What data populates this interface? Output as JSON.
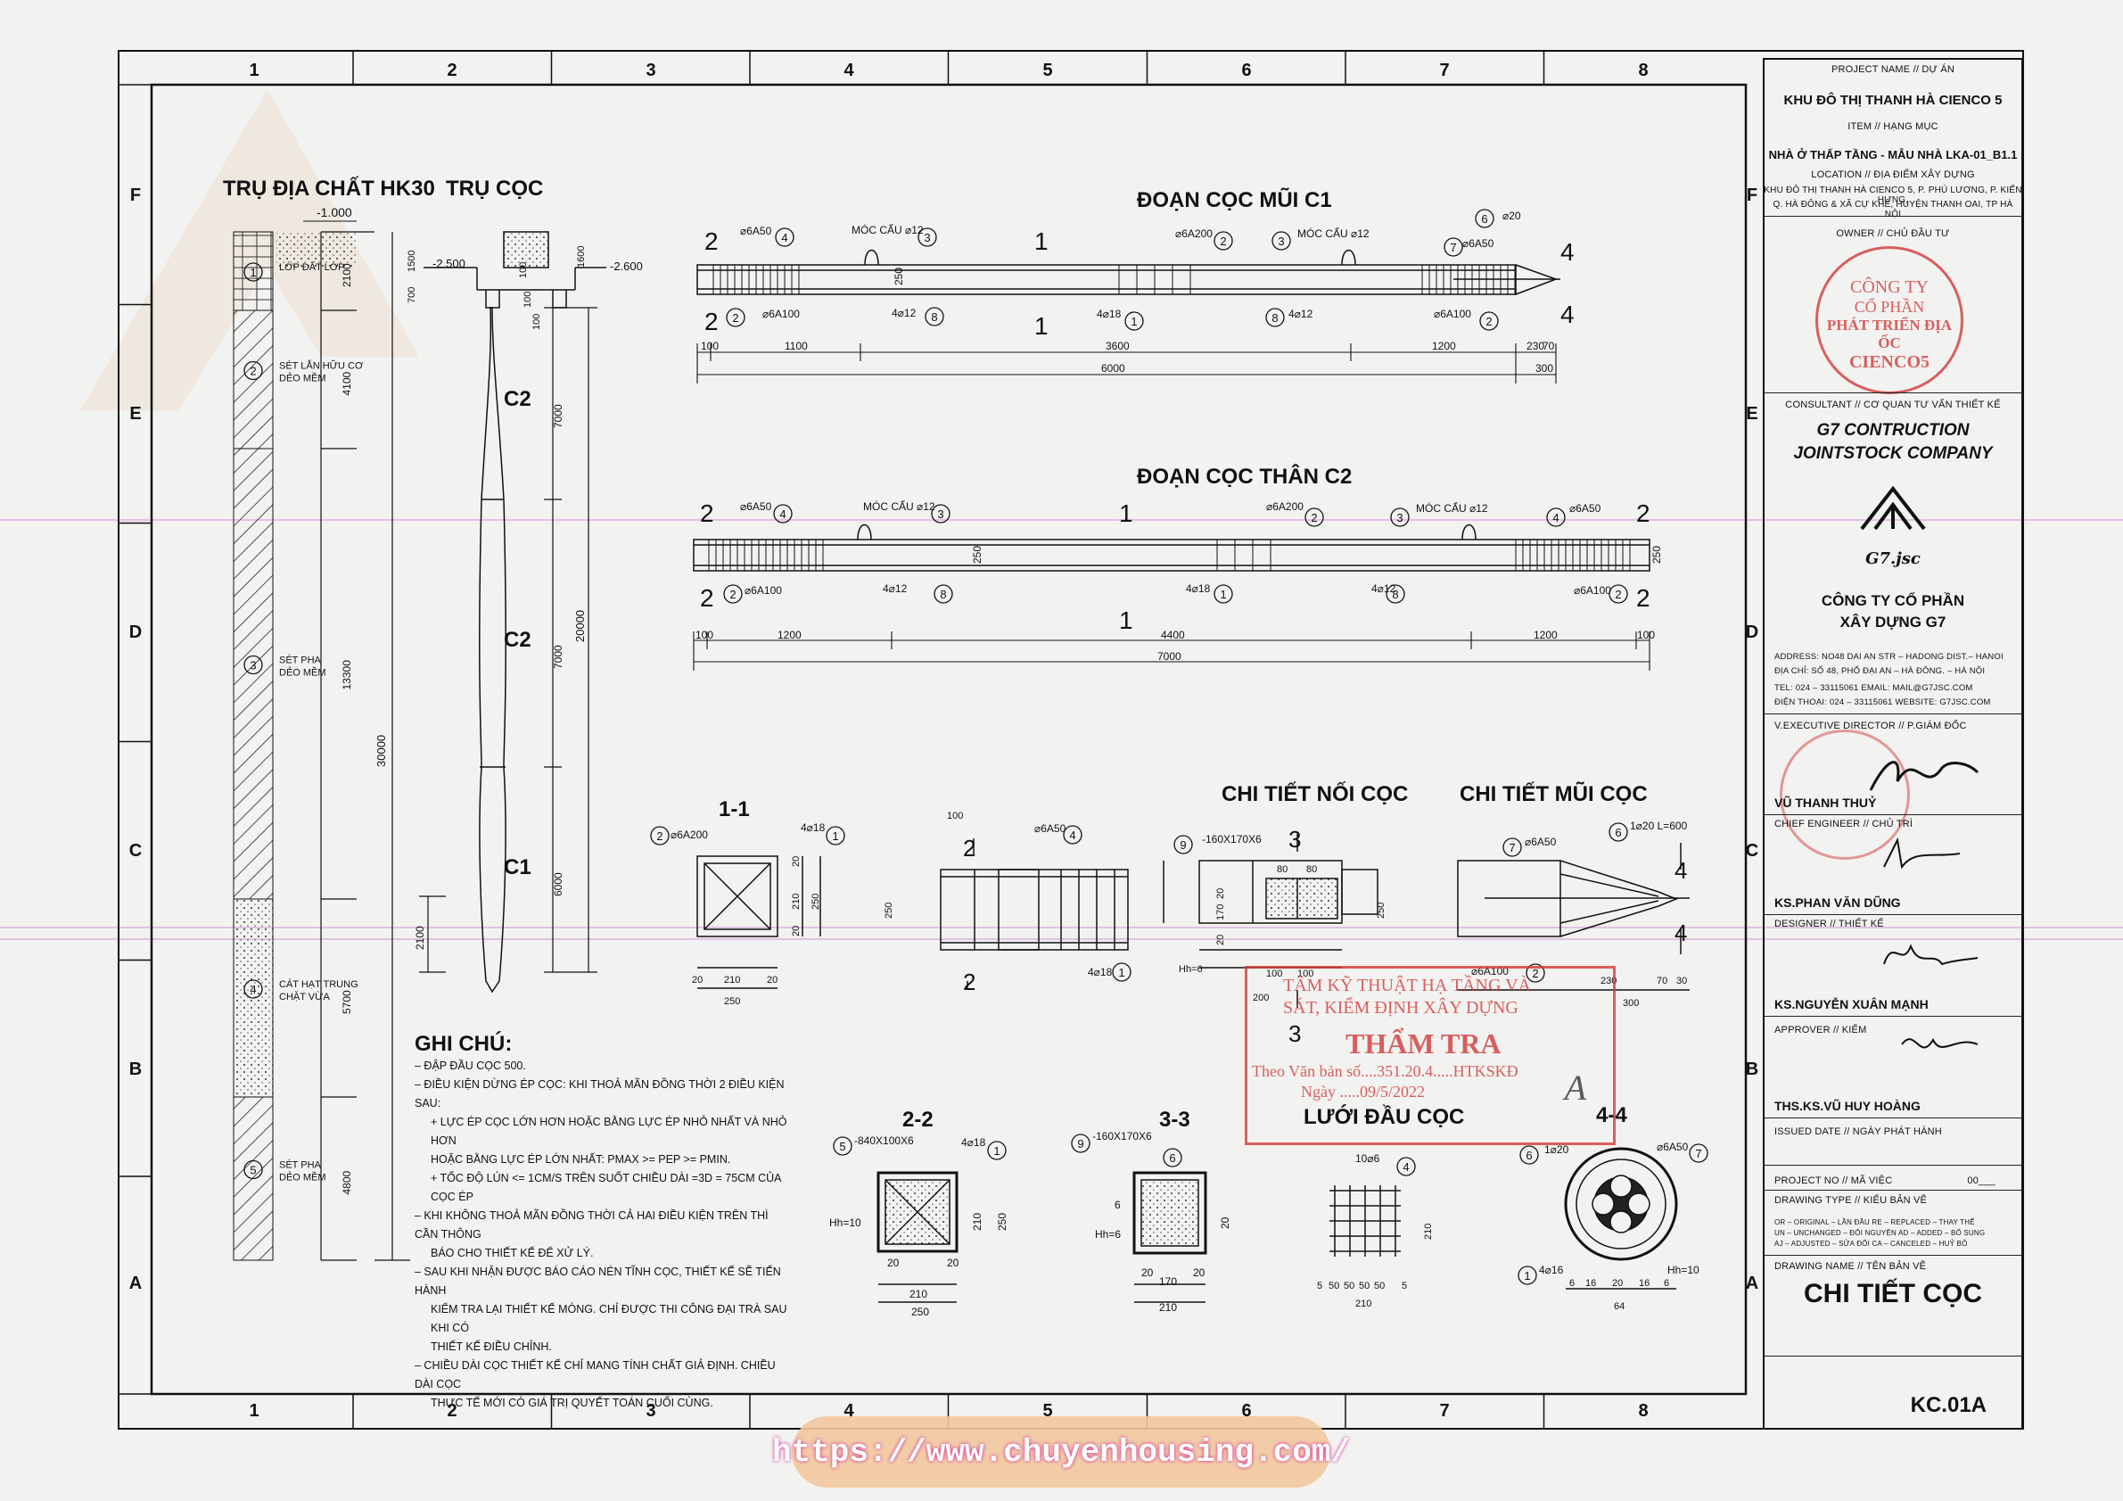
{
  "grid": {
    "columns": [
      "1",
      "2",
      "3",
      "4",
      "5",
      "6",
      "7",
      "8"
    ],
    "rows": [
      "F",
      "E",
      "D",
      "C",
      "B",
      "A"
    ]
  },
  "titles": {
    "borehole": "TRỤ ĐỊA CHẤT HK30",
    "pile_column": "TRỤ CỌC",
    "tip_segment": "ĐOẠN CỌC MŨI C1",
    "body_segment": "ĐOẠN CỌC THÂN C2",
    "splice_detail": "CHI TIẾT NỐI CỌC",
    "tip_detail": "CHI TIẾT MŨI CỌC",
    "mesh": "LƯỚI ĐẦU CỌC",
    "sec11": "1-1",
    "sec22": "2-2",
    "sec33": "3-3",
    "sec44": "4-4"
  },
  "borehole": {
    "top_level": "-1.000",
    "layers": [
      {
        "no": "1",
        "name1": "LỚP ĐẤT LỚP",
        "name2": "",
        "thickness": "2100"
      },
      {
        "no": "2",
        "name1": "SÉT LẪN HỮU CƠ",
        "name2": "DẺO MỀM",
        "thickness": "4100"
      },
      {
        "no": "3",
        "name1": "SÉT PHA",
        "name2": "DẺO MỀM",
        "thickness": "13300"
      },
      {
        "no": "4",
        "name1": "CÁT HẠT TRUNG",
        "name2": "CHẶT VỪA",
        "thickness": "5700"
      },
      {
        "no": "5",
        "name1": "SÉT PHA",
        "name2": "DẺO MỀM",
        "thickness": "4800"
      }
    ],
    "total": "30000"
  },
  "pile": {
    "lvl1": "-2.500",
    "lvl2": "-2.600",
    "dims": [
      "1500",
      "700",
      "100",
      "1600",
      "100",
      "100"
    ],
    "seg_labels": [
      "C2",
      "C2",
      "C1"
    ],
    "seg_lengths": [
      "7000",
      "7000",
      "6000"
    ],
    "total": "20000",
    "embed": "2100"
  },
  "tip": {
    "labels": [
      "⌀6A50",
      "MÓC CẨU ⌀12",
      "⌀6A200",
      "MÓC CẨU ⌀12",
      "⌀20",
      "⌀6A50",
      "⌀6A100",
      "4⌀12",
      "4⌀18",
      "4⌀12",
      "⌀6A100"
    ],
    "marks": [
      "4",
      "3",
      "2",
      "3",
      "6",
      "7",
      "2",
      "8",
      "1",
      "8",
      "2"
    ],
    "dims": [
      "100",
      "1100",
      "3600",
      "1200",
      "230",
      "70",
      "6000",
      "300"
    ],
    "width": "250",
    "cuts": [
      "2",
      "1",
      "4"
    ]
  },
  "body": {
    "labels": [
      "⌀6A50",
      "MÓC CẨU ⌀12",
      "⌀6A200",
      "MÓC CẨU ⌀12",
      "⌀6A50",
      "⌀6A100",
      "4⌀12",
      "4⌀18",
      "4⌀12",
      "⌀6A100"
    ],
    "marks": [
      "4",
      "3",
      "2",
      "3",
      "4",
      "2",
      "8",
      "1",
      "8",
      "2"
    ],
    "dims": [
      "100",
      "1200",
      "4400",
      "1200",
      "100",
      "7000"
    ],
    "width": "250",
    "cuts": [
      "2",
      "1"
    ]
  },
  "sec11": {
    "labels": [
      "⌀6A200",
      "4⌀18"
    ],
    "marks": [
      "2",
      "1"
    ],
    "dims": [
      "20",
      "210",
      "20",
      "250",
      "20",
      "210",
      "20",
      "250"
    ]
  },
  "splice": {
    "labels": [
      "⌀6A50",
      "4⌀18"
    ],
    "marks": [
      "4",
      "1"
    ],
    "dims": [
      "100",
      "250"
    ],
    "cut": "2"
  },
  "splice2": {
    "label": "-160X170X6",
    "mark": "9",
    "dims": [
      "20",
      "170",
      "20",
      "80",
      "80",
      "250",
      "Hh=6",
      "100",
      "100",
      "200"
    ],
    "cut": "3"
  },
  "tipdet": {
    "labels": [
      "⌀6A50",
      "1⌀20 L=600",
      "⌀6A100"
    ],
    "marks": [
      "7",
      "6",
      "2"
    ],
    "dims": [
      "230",
      "70",
      "30",
      "300"
    ],
    "cut": "4"
  },
  "sec22": {
    "label1": "-840X100X6",
    "label2": "4⌀18",
    "marks": [
      "5",
      "1"
    ],
    "dims": [
      "Hh=10",
      "210",
      "20",
      "20",
      "250",
      "210",
      "250"
    ]
  },
  "sec33": {
    "label": "-160X170X6",
    "marks": [
      "9",
      "6"
    ],
    "dims": [
      "6",
      "Hh=6",
      "170",
      "20",
      "20",
      "20",
      "210"
    ]
  },
  "mesh": {
    "label": "10⌀6",
    "mark": "4",
    "dims": [
      "5",
      "50",
      "50",
      "50",
      "50",
      "5",
      "210",
      "210"
    ]
  },
  "sec44": {
    "labels": [
      "1⌀20",
      "⌀6A50",
      "4⌀16",
      "Hh=10"
    ],
    "marks": [
      "6",
      "7",
      "1"
    ],
    "dims": [
      "6",
      "16",
      "20",
      "16",
      "6",
      "64"
    ]
  },
  "notes": {
    "title": "GHI CHÚ:",
    "lines": [
      "– ĐẬP ĐẦU CỌC 500.",
      "– ĐIỀU KIỆN DỪNG ÉP CỌC: KHI THOẢ MÃN ĐỒNG THỜI 2 ĐIỀU KIỆN SAU:",
      "+ LỰC ÉP CỌC LỚN HƠN HOẶC BẰNG LỰC ÉP NHỎ NHẤT VÀ NHỎ HƠN",
      "HOẶC BẰNG LỰC ÉP LỚN NHẤT: PMAX >= PEP >= PMIN.",
      "+ TỐC ĐỘ LÚN <= 1CM/S TRÊN SUỐT CHIỀU DÀI =3D = 75CM CỦA CỌC ÉP",
      "– KHI KHÔNG THOẢ MÃN ĐỒNG THỜI CẢ HAI ĐIỀU KIỆN TRÊN THÌ CẦN THÔNG",
      "BÁO CHO THIẾT KẾ ĐỂ XỬ LÝ.",
      "– SAU KHI NHẬN ĐƯỢC BÁO CÁO NÉN TĨNH CỌC, THIẾT KẾ SẼ TIẾN HÀNH",
      "KIỂM TRA LẠI THIẾT KẾ MÓNG. CHỈ ĐƯỢC THI CÔNG ĐẠI TRÀ SAU KHI CÓ",
      "THIẾT KẾ ĐIỀU CHỈNH.",
      "– CHIỀU DÀI CỌC THIẾT KẾ CHỈ MANG TÍNH CHẤT GIẢ ĐỊNH. CHIỀU DÀI CỌC",
      "THỰC TẾ MỚI CÓ GIÁ TRỊ QUYẾT TOÁN CUỐI CÙNG."
    ]
  },
  "titleblock": {
    "project_label": "PROJECT NAME // DỰ ÁN",
    "project": "KHU ĐÔ THỊ THANH HÀ CIENCO 5",
    "item_label": "ITEM // HẠNG MỤC",
    "item": "NHÀ Ở THẤP TẦNG - MẪU NHÀ LKA-01_B1.1",
    "location_label": "LOCATION // ĐỊA ĐIỂM XÂY DỰNG",
    "location1": "KHU ĐÔ THỊ THANH HÀ CIENCO 5, P. PHÚ LƯƠNG, P. KIẾN HƯNG,",
    "location2": "Q. HÀ ĐÔNG & XÃ CỰ KHÊ, HUYỆN THANH OAI, TP HÀ NỘI",
    "owner_label": "OWNER // CHỦ ĐẦU TƯ",
    "owner_stamp1": "CÔNG TY",
    "owner_stamp2": "CỔ PHẦN",
    "owner_stamp3": "PHÁT TRIỂN ĐỊA ỐC",
    "owner_stamp4": "CIENCO5",
    "consultant_label": "CONSULTANT // CƠ QUAN TƯ VẤN THIẾT KẾ",
    "consultant1": "G7 CONTRUCTION",
    "consultant2": "JOINTSTOCK COMPANY",
    "logo_text": "G7.jsc",
    "company1": "CÔNG TY CỔ PHẦN",
    "company2": "XÂY DỰNG G7",
    "addr1": "ADDRESS:    NO48 DAI AN STR – HADONG DIST.– HANOI",
    "addr2": "ĐỊA CHỈ:     SỐ 48, PHỐ ĐẠI AN – HÀ ĐÔNG. – HÀ NỘI",
    "tel1": "TEL:    024 – 33115061    EMAIL: MAIL@G7JSC.COM",
    "tel2": "ĐIỆN THOẠI: 024 – 33115061  WEBSITE:  G7JSC.COM",
    "director_label": "V.EXECUTIVE DIRECTOR // P.GIÁM ĐỐC",
    "director": "VŨ THANH THUỶ",
    "chief_label": "CHIEF ENGINEER // CHỦ TRÌ",
    "chief": "KS.PHAN VĂN DŨNG",
    "designer_label": "DESIGNER // THIẾT KẾ",
    "designer": "KS.NGUYỄN XUÂN MẠNH",
    "approver_label": "APPROVER // KIỂM",
    "approver": "THS.KS.VŨ HUY HOÀNG",
    "issued_label": "ISSUED DATE // NGÀY PHÁT HÀNH",
    "projno_label": "PROJECT NO // MÃ VIỆC",
    "projno": "00___",
    "dtype_label": "DRAWING TYPE // KIỂU BẢN VẼ",
    "dtype1": "OR – ORIGINAL  – LẦN ĐẦU      RE – REPLACED  – THAY THẾ",
    "dtype2": "UN – UNCHANGED – ĐỔI NGUYÊN   AD – ADDED    – BỔ SUNG",
    "dtype3": "AJ – ADJUSTED  – SỬA ĐỔI      CA – CANCELED – HUỶ BỎ",
    "dname_label": "DRAWING NAME // TÊN BẢN VẼ",
    "dname": "CHI TIẾT CỌC",
    "sheet_no": "KC.01A"
  },
  "approval_stamp": {
    "line1": "TÂM KỸ THUẬT HẠ TẦNG VÀ",
    "line2": "SÁT, KIỂM ĐỊNH XÂY DỰNG",
    "line3": "THẨM TRA",
    "line4": "Theo Văn bản số....351.20.4.....HTKSKĐ",
    "line5": "Ngày .....09/5/2022",
    "line6": "A"
  },
  "watermark": "https://www.chuyenhousing.com/",
  "colors": {
    "stamp": "#d23a3a",
    "ink": "#111111",
    "paper": "#f2f2f0",
    "guide": "#c050c0"
  }
}
